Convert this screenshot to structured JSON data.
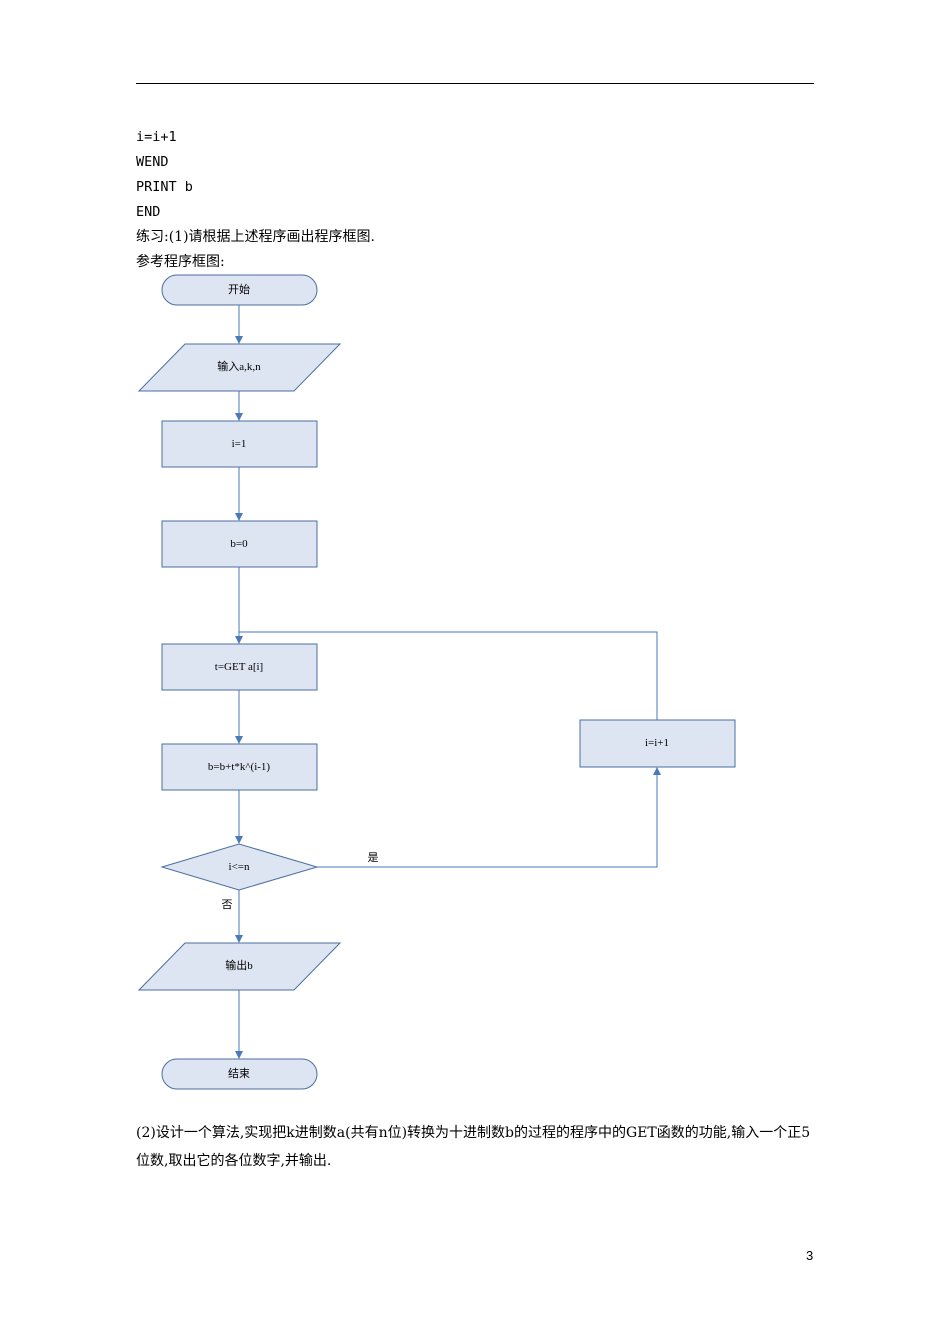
{
  "code": [
    "i=i+1",
    "WEND",
    "PRINT b",
    "END"
  ],
  "exercise_text": "练习:(1)请根据上述程序画出程序框图.",
  "reference_label": "参考程序框图:",
  "flowchart": {
    "start": "开始",
    "input": "输入a,k,n",
    "init_i": "i=1",
    "init_b": "b=0",
    "get": "t=GET a[i]",
    "update_b": "b=b+t*k^(i-1)",
    "condition": "i<=n",
    "yes": "是",
    "no": "否",
    "increment": "i=i+1",
    "output": "输出b",
    "end": "结束"
  },
  "part2_text": "(2)设计一个算法,实现把k进制数a(共有n位)转换为十进制数b的过程的程序中的GET函数的功能,输入一个正5位数,取出它的各位数字,并输出.",
  "page_number": "3",
  "colors": {
    "shape_fill": "#dde5f2",
    "shape_stroke": "#4a6f9f",
    "arrow": "#4a7ab8"
  }
}
